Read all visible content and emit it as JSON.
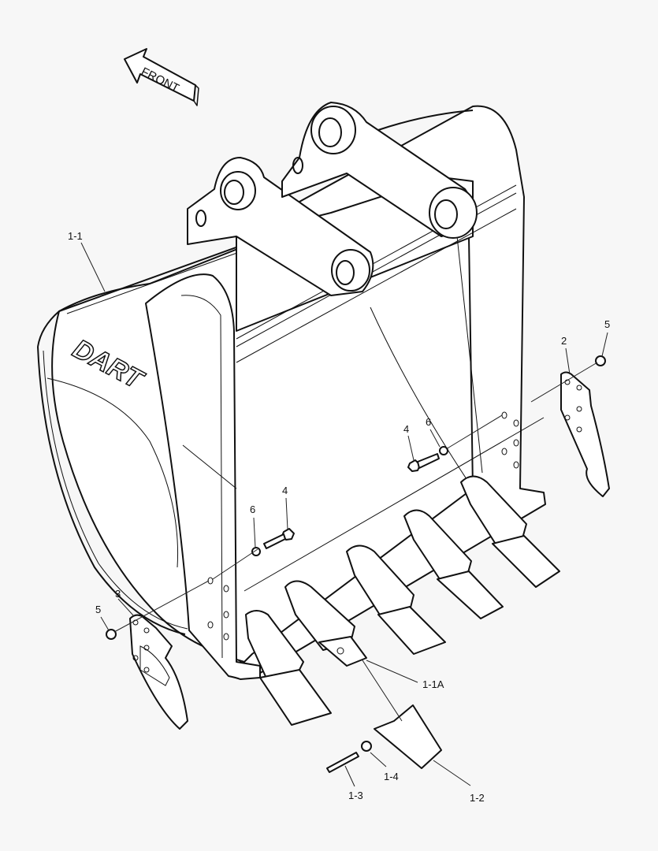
{
  "diagram": {
    "type": "exploded-parts-view",
    "subject": "excavator bucket assembly",
    "orientation_arrow": {
      "label": "FRONT",
      "icon": "arrow-left-icon"
    },
    "brand_mark": "DART",
    "background": "#f7f7f7",
    "line_color": "#111111"
  },
  "callouts": [
    {
      "id": "1-1",
      "label": "1-1",
      "part": "bucket body"
    },
    {
      "id": "1-1A",
      "label": "1-1A",
      "part": "tooth adapter"
    },
    {
      "id": "1-2",
      "label": "1-2",
      "part": "tooth point"
    },
    {
      "id": "1-3",
      "label": "1-3",
      "part": "tooth pin"
    },
    {
      "id": "1-4",
      "label": "1-4",
      "part": "pin retainer washer"
    },
    {
      "id": "2",
      "label": "2",
      "part": "side cutter (right)"
    },
    {
      "id": "3",
      "label": "3",
      "part": "side cutter (left)"
    },
    {
      "id": "4a",
      "label": "4",
      "part": "bolt (right)"
    },
    {
      "id": "4b",
      "label": "4",
      "part": "bolt (left)"
    },
    {
      "id": "5a",
      "label": "5",
      "part": "nut (right)"
    },
    {
      "id": "5b",
      "label": "5",
      "part": "nut (left)"
    },
    {
      "id": "6a",
      "label": "6",
      "part": "washer (right)"
    },
    {
      "id": "6b",
      "label": "6",
      "part": "washer (left)"
    }
  ]
}
